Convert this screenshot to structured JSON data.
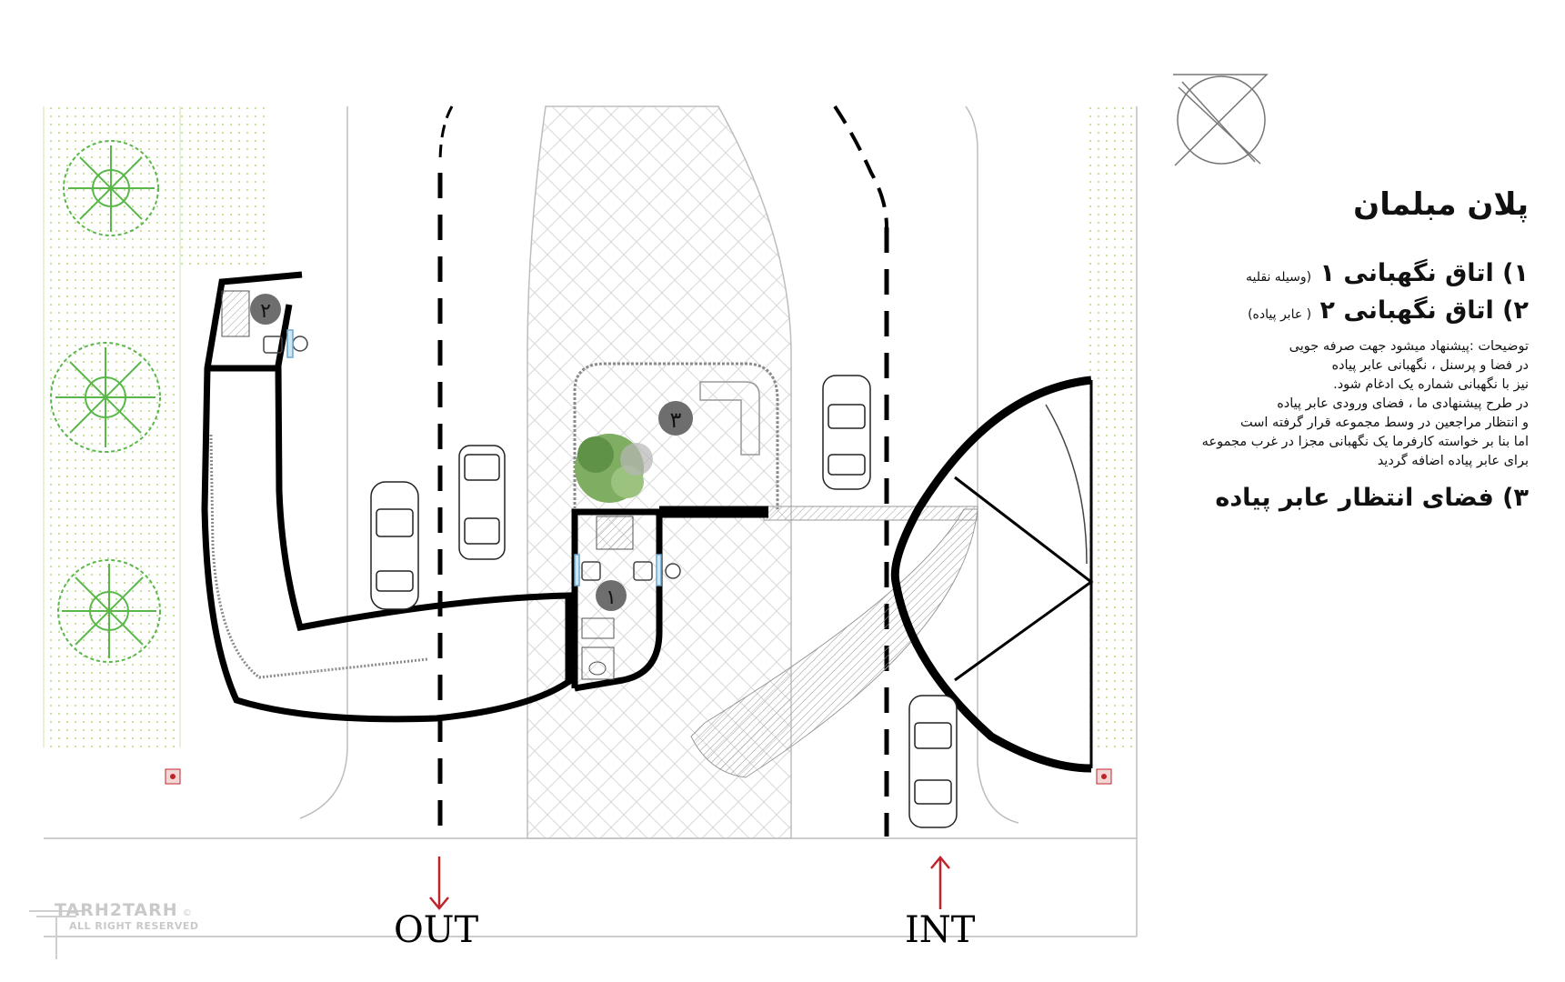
{
  "title": "پلان مبلمان",
  "legend": [
    {
      "number": "۱)",
      "label": "اتاق نگهبانی ۱",
      "sub": "(وسیله نقلیه"
    },
    {
      "number": "۲)",
      "label": "اتاق نگهبانی ۲",
      "sub": "( عابر پیاده)"
    }
  ],
  "notes": [
    "توضیحات :پیشنهاد میشود جهت صرفه جویی",
    "در فضا و پرسنل ، نگهبانی عابر پیاده",
    "نیز با نگهبانی شماره یک ادغام شود.",
    "در طرح پیشنهادی ما ، فضای ورودی عابر پیاده",
    "و انتظار مراجعین در وسط مجموعه قرار گرفته است",
    "اما بنا بر خواسته کارفرما یک نگهبانی مجزا در غرب مجموعه",
    "برای عابر پیاده اضافه گردید"
  ],
  "legend3": {
    "number": "۳)",
    "label": "فضای انتظار عابر پیاده"
  },
  "markers": {
    "one": "۱",
    "two": "۲",
    "three": "۳"
  },
  "out_label": "OUT",
  "in_label": "INT",
  "watermark": {
    "brand": "TARH2TARH",
    "sub": "ALL RIGHT RESERVED",
    "mark": "©"
  },
  "colors": {
    "wall": "#000000",
    "arrow": "#c0242b",
    "landscape": "#a8d060",
    "tree": "#5ab84a",
    "marker": "#6e6e6e"
  }
}
